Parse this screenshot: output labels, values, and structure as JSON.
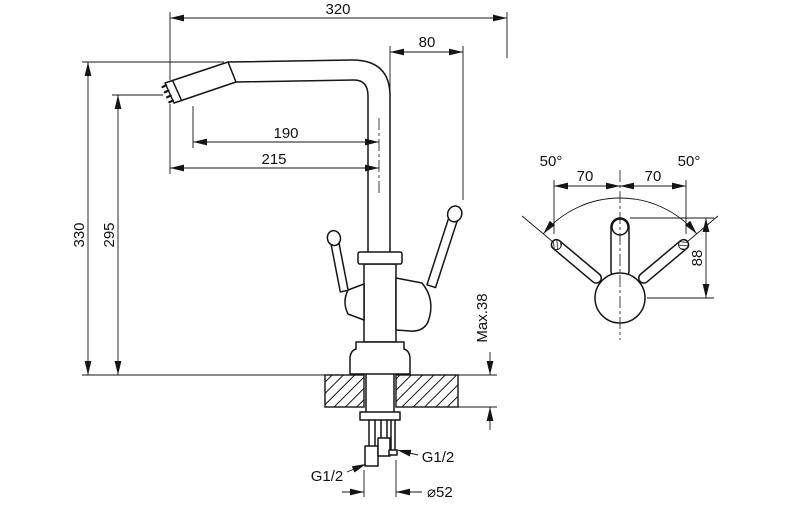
{
  "drawing": {
    "side_view": {
      "dim_width_total": "320",
      "dim_handle_offset": "80",
      "dim_spout_reach": "190",
      "dim_spout_reach_outer": "215",
      "dim_height_total": "330",
      "dim_height_spout": "295",
      "dim_counter_thickness": "Max.38",
      "thread_left": "G1/2",
      "thread_right": "G1/2",
      "dim_hole_diameter": "⌀52"
    },
    "top_view": {
      "angle_left": "50°",
      "angle_right": "50°",
      "dim_handle_left": "70",
      "dim_handle_right": "70",
      "dim_spout_depth": "88"
    }
  }
}
